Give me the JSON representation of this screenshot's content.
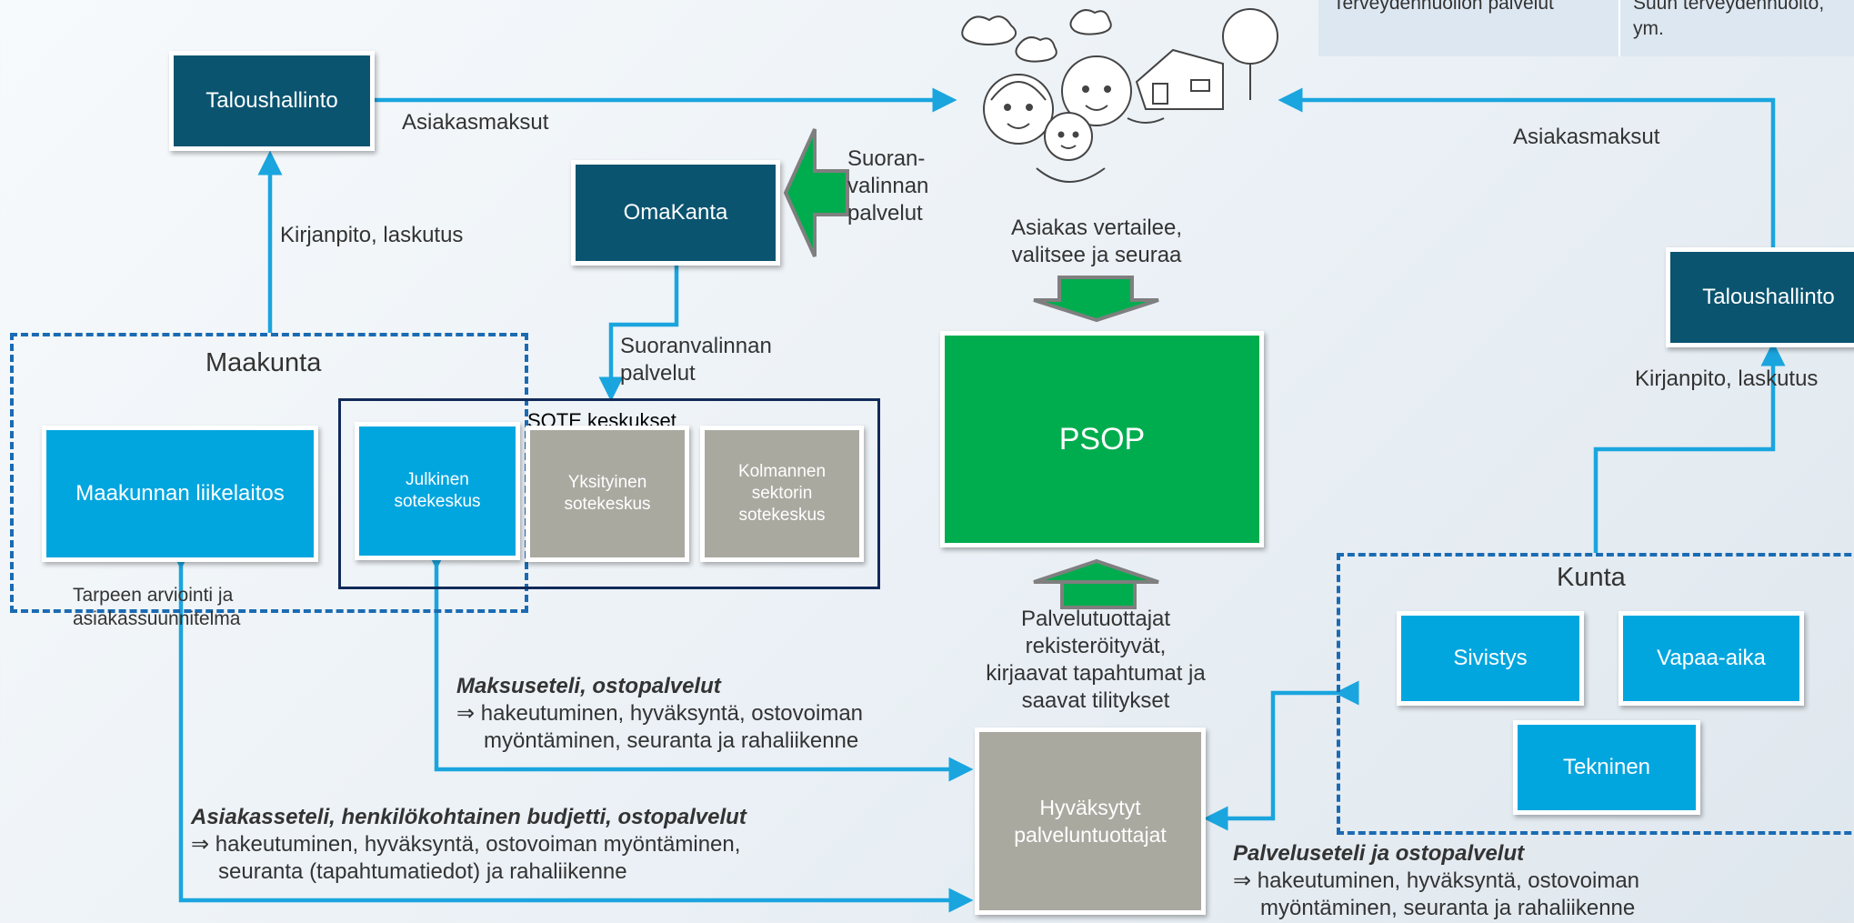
{
  "colors": {
    "dark_box": "#0a5470",
    "cyan_box": "#02a6df",
    "gray_box": "#a9a9a0",
    "green_box": "#00ad4e",
    "arrow": "#1aa5de",
    "dashed_frame": "#1b6bb3"
  },
  "table_top": {
    "cell_left": "Terveydenhuollon palvelut",
    "cell_right_line1": "Suun terveydenhuolto,",
    "cell_right_line2": "ym."
  },
  "boxes": {
    "taloushallinto_left": "Taloushallinto",
    "omakanta": "OmaKanta",
    "maakunnan_liikelaitos": "Maakunnan liikelaitos",
    "julkinen": [
      "Julkinen",
      "sotekeskus"
    ],
    "yksityinen": [
      "Yksityinen",
      "sotekeskus"
    ],
    "kolmannen": [
      "Kolmannen",
      "sektorin",
      "sotekeskus"
    ],
    "psop": "PSOP",
    "hyvaksytyt": [
      "Hyväksytyt",
      "palveluntuottajat"
    ],
    "taloushallinto_right": "Taloushallinto",
    "sivistys": "Sivistys",
    "vapaa_aika": "Vapaa-aika",
    "tekninen": "Tekninen"
  },
  "groups": {
    "maakunta": "Maakunta",
    "sote_keskukset": "SOTE keskukset",
    "kunta": "Kunta"
  },
  "labels": {
    "asiakasmaksut_left": "Asiakasmaksut",
    "asiakasmaksut_right": "Asiakasmaksut",
    "kirjanpito_left": "Kirjanpito, laskutus",
    "kirjanpito_right": "Kirjanpito, laskutus",
    "suoranvalinnan_side": [
      "Suoran-",
      "valinnan",
      "palvelut"
    ],
    "suoranvalinnan_mid": [
      "Suoranvalinnan",
      "palvelut"
    ],
    "asiakas_vertailee": [
      "Asiakas vertailee,",
      "valitsee ja seuraa"
    ],
    "tarpeen_arviointi": [
      "Tarpeen arviointi ja",
      "asiakassuunnitelma"
    ],
    "palvelutuottajat": [
      "Palvelutuottajat",
      "rekisteröityvät,",
      "kirjaavat tapahtumat ja",
      "saavat tilitykset"
    ]
  },
  "notes": {
    "maksuseteli": {
      "title": "Maksuseteli, ostopalvelut",
      "line1": "⇒ hakeutuminen,  hyväksyntä, ostovoiman",
      "line2": "myöntäminen,  seuranta ja rahaliikenne"
    },
    "asiakasseteli": {
      "title": "Asiakasseteli, henkilökohtainen budjetti, ostopalvelut",
      "line1": "⇒ hakeutuminen,  hyväksyntä, ostovoiman myöntäminen,",
      "line2": "seuranta (tapahtumatiedot) ja rahaliikenne"
    },
    "palveluseteli": {
      "title": "Palveluseteli ja ostopalvelut",
      "line1": "⇒ hakeutuminen,  hyväksyntä, ostovoiman",
      "line2": "myöntäminen,  seuranta ja rahaliikenne"
    }
  },
  "icons": [
    "family-house-illustration",
    "green-block-arrow-left",
    "green-block-arrow-down",
    "green-block-arrow-up"
  ]
}
